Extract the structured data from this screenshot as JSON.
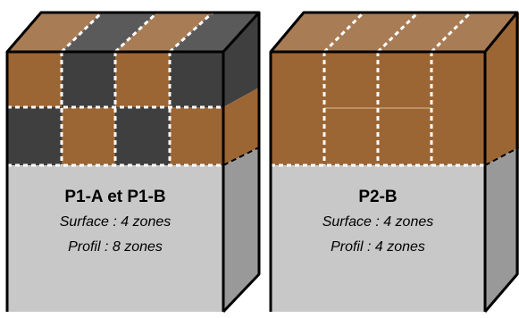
{
  "colors": {
    "brown": "#9b6534",
    "brown_top": "#a87c55",
    "dark": "#3f3f3f",
    "dark_top": "#5a5a5a",
    "soil_front": "#c8c8c8",
    "soil_side": "#999999",
    "edge": "#000000",
    "zone_divider": "#ffffff"
  },
  "blocks": [
    {
      "id": "p1",
      "title": "P1-A et P1-B",
      "surface_text": "Surface : 4 zones",
      "profile_text": "Profil : 8 zones",
      "top_surface_pattern": [
        "brown",
        "dark",
        "brown",
        "dark"
      ],
      "front_grid": [
        [
          "brown",
          "dark",
          "brown",
          "dark"
        ],
        [
          "dark",
          "brown",
          "dark",
          "brown"
        ]
      ]
    },
    {
      "id": "p2",
      "title": "P2-B",
      "surface_text": "Surface : 4 zones",
      "profile_text": "Profil : 4 zones",
      "top_surface_pattern": [
        "brown",
        "brown",
        "brown",
        "brown"
      ],
      "front_grid": [
        [
          "brown",
          "brown",
          "brown",
          "brown"
        ]
      ]
    }
  ]
}
